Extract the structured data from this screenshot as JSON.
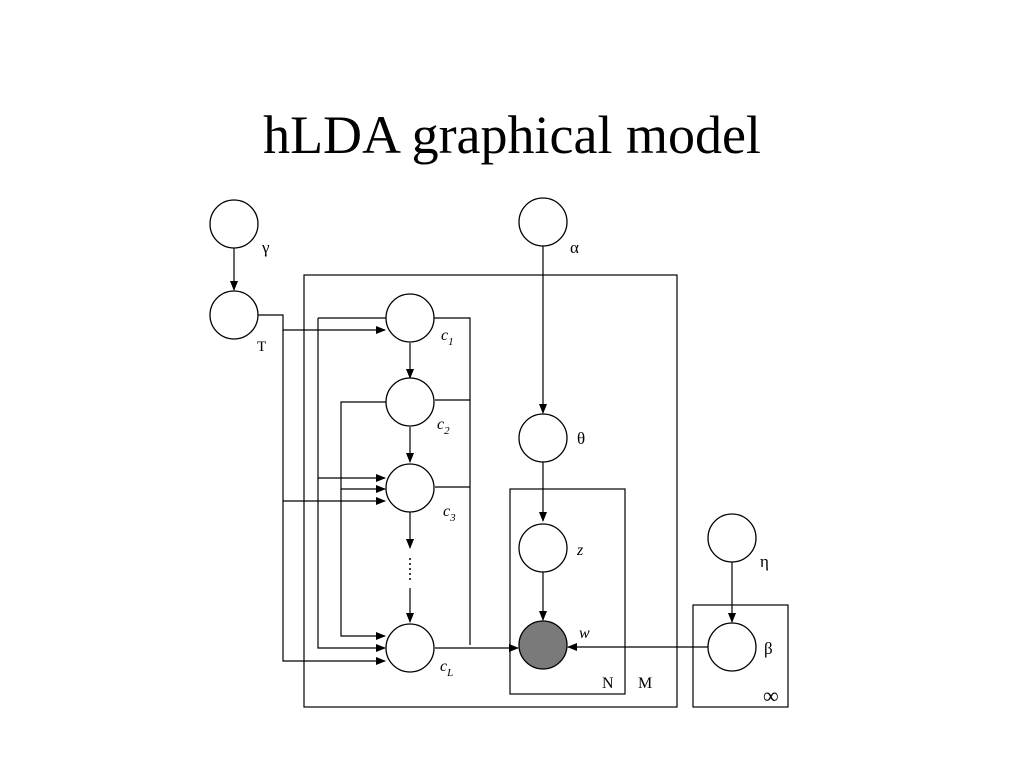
{
  "slide": {
    "title": "hLDA graphical model"
  },
  "nodes": {
    "gamma": "γ",
    "T": "T",
    "alpha": "α",
    "c1": {
      "base": "c",
      "sub": "1"
    },
    "c2": {
      "base": "c",
      "sub": "2"
    },
    "c3": {
      "base": "c",
      "sub": "3"
    },
    "cL": {
      "base": "c",
      "sub": "L"
    },
    "theta": "θ",
    "z": "z",
    "w": "w",
    "eta": "η",
    "beta": "β"
  },
  "plates": {
    "N": "N",
    "M": "M",
    "infinity": "∞"
  },
  "colors": {
    "observed_node": "#7a7a7a"
  }
}
